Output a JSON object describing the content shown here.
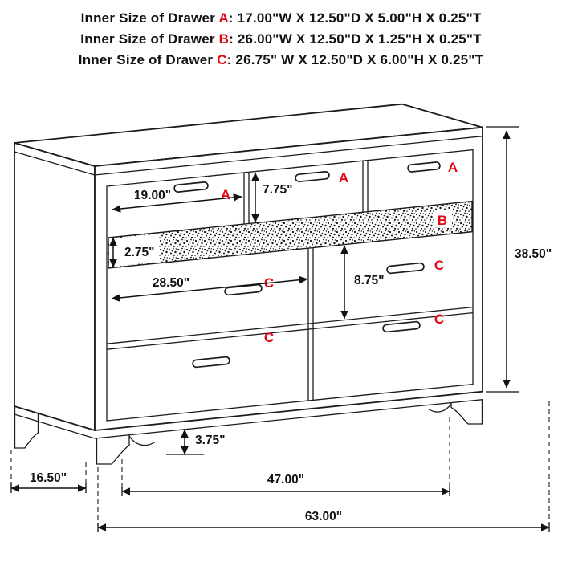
{
  "title_block": {
    "lines": [
      {
        "prefix": "Inner Size of Drawer ",
        "letter": "A",
        "specs": ": 17.00\"W X 12.50\"D X 5.00\"H X 0.25\"T"
      },
      {
        "prefix": "Inner Size of Drawer ",
        "letter": "B",
        "specs": ": 26.00\"W X 12.50\"D X 1.25\"H X 0.25\"T"
      },
      {
        "prefix": "Inner Size of Drawer ",
        "letter": "C",
        "specs": ": 26.75\" W X 12.50\"D X 6.00\"H X 0.25\"T"
      }
    ]
  },
  "diagram": {
    "drawer_labels": {
      "a": "A",
      "b": "B",
      "c": "C"
    },
    "dimensions": {
      "drawer_a_width": "19.00\"",
      "drawer_a_height": "7.75\"",
      "drawer_b_height": "2.75\"",
      "drawer_c_width": "28.50\"",
      "drawer_c_height": "8.75\"",
      "overall_height": "38.50\"",
      "leg_height": "3.75\"",
      "depth": "16.50\"",
      "leg_span": "47.00\"",
      "overall_width": "63.00\""
    },
    "colors": {
      "accent_red": "#e30613",
      "line_color": "#1c1c1c"
    }
  }
}
